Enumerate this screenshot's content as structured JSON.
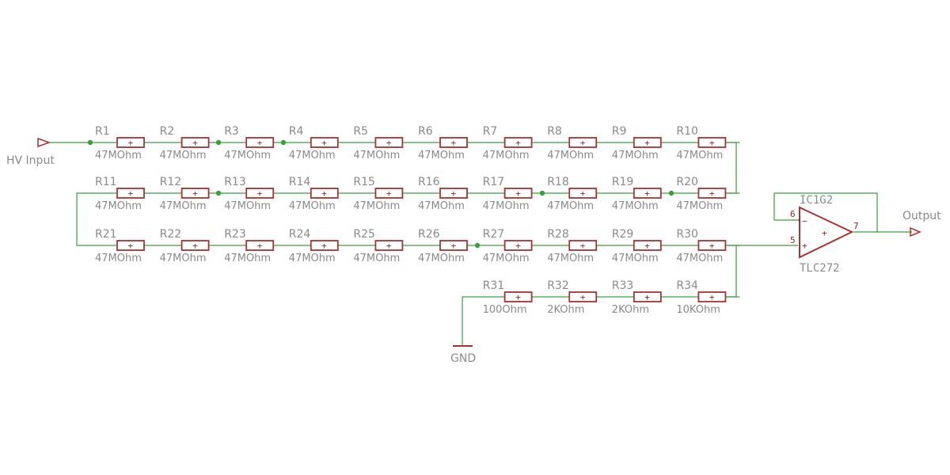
{
  "colors": {
    "wire": "#3aa03a",
    "component": "#a83232",
    "label": "#8a8a8a"
  },
  "ports": {
    "input_label": "HV Input",
    "output_label": "Output",
    "ground_label": "GND"
  },
  "resistor_rows": [
    [
      {
        "name": "R1",
        "value": "47MOhm"
      },
      {
        "name": "R2",
        "value": "47MOhm"
      },
      {
        "name": "R3",
        "value": "47MOhm"
      },
      {
        "name": "R4",
        "value": "47MOhm"
      },
      {
        "name": "R5",
        "value": "47MOhm"
      },
      {
        "name": "R6",
        "value": "47MOhm"
      },
      {
        "name": "R7",
        "value": "47MOhm"
      },
      {
        "name": "R8",
        "value": "47MOhm"
      },
      {
        "name": "R9",
        "value": "47MOhm"
      },
      {
        "name": "R10",
        "value": "47MOhm"
      }
    ],
    [
      {
        "name": "R11",
        "value": "47MOhm"
      },
      {
        "name": "R12",
        "value": "47MOhm"
      },
      {
        "name": "R13",
        "value": "47MOhm"
      },
      {
        "name": "R14",
        "value": "47MOhm"
      },
      {
        "name": "R15",
        "value": "47MOhm"
      },
      {
        "name": "R16",
        "value": "47MOhm"
      },
      {
        "name": "R17",
        "value": "47MOhm"
      },
      {
        "name": "R18",
        "value": "47MOhm"
      },
      {
        "name": "R19",
        "value": "47MOhm"
      },
      {
        "name": "R20",
        "value": "47MOhm"
      }
    ],
    [
      {
        "name": "R21",
        "value": "47MOhm"
      },
      {
        "name": "R22",
        "value": "47MOhm"
      },
      {
        "name": "R23",
        "value": "47MOhm"
      },
      {
        "name": "R24",
        "value": "47MOhm"
      },
      {
        "name": "R25",
        "value": "47MOhm"
      },
      {
        "name": "R26",
        "value": "47MOhm"
      },
      {
        "name": "R27",
        "value": "47MOhm"
      },
      {
        "name": "R28",
        "value": "47MOhm"
      },
      {
        "name": "R29",
        "value": "47MOhm"
      },
      {
        "name": "R30",
        "value": "47MOhm"
      }
    ],
    [
      {
        "name": "R31",
        "value": "100Ohm"
      },
      {
        "name": "R32",
        "value": "2KOhm"
      },
      {
        "name": "R33",
        "value": "2KOhm"
      },
      {
        "name": "R34",
        "value": "10KOhm"
      }
    ]
  ],
  "opamp": {
    "part_label": "IC1G2",
    "model_label": "TLC272",
    "pin_inverting": "6",
    "pin_noninverting": "5",
    "pin_output": "7",
    "minus_symbol": "−",
    "plus_symbol": "+"
  },
  "resistor_marker": "+"
}
